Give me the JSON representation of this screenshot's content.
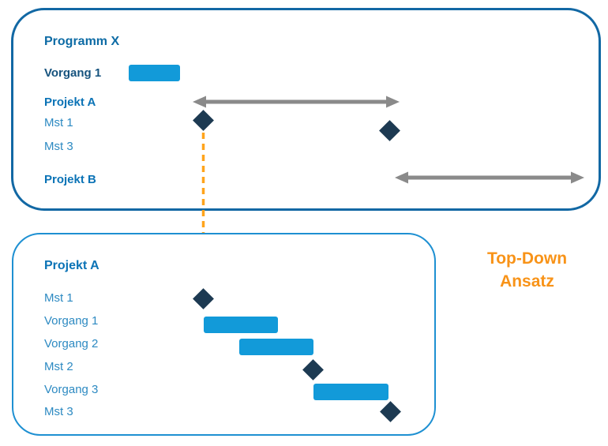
{
  "program_box": {
    "title": "Programm X",
    "rows": [
      {
        "label": "Vorgang 1",
        "type": "bar"
      },
      {
        "label": "Projekt A",
        "type": "span-arrow"
      },
      {
        "label": "Mst 1",
        "type": "milestone"
      },
      {
        "label": "Mst 3",
        "type": "milestone"
      },
      {
        "label": "Projekt B",
        "type": "span-arrow"
      }
    ]
  },
  "project_box": {
    "title": "Projekt A",
    "rows": [
      {
        "label": "Mst 1",
        "type": "milestone"
      },
      {
        "label": "Vorgang 1",
        "type": "bar"
      },
      {
        "label": "Vorgang 2",
        "type": "bar"
      },
      {
        "label": "Mst 2",
        "type": "milestone"
      },
      {
        "label": "Vorgang 3",
        "type": "bar"
      },
      {
        "label": "Mst 3",
        "type": "milestone"
      }
    ]
  },
  "annotation": {
    "line1": "Top-Down",
    "line2": "Ansatz"
  },
  "colors": {
    "bar_blue": "#129AD9",
    "milestone_navy": "#1D3A52",
    "span_arrow_gray": "#8A8A8A",
    "accent_orange": "#F89318",
    "program_border_blue": "#1268A4",
    "project_border_blue": "#1E90D2",
    "heading_blue": "#0D6BA5",
    "label_light_blue": "#2D8AC2"
  }
}
